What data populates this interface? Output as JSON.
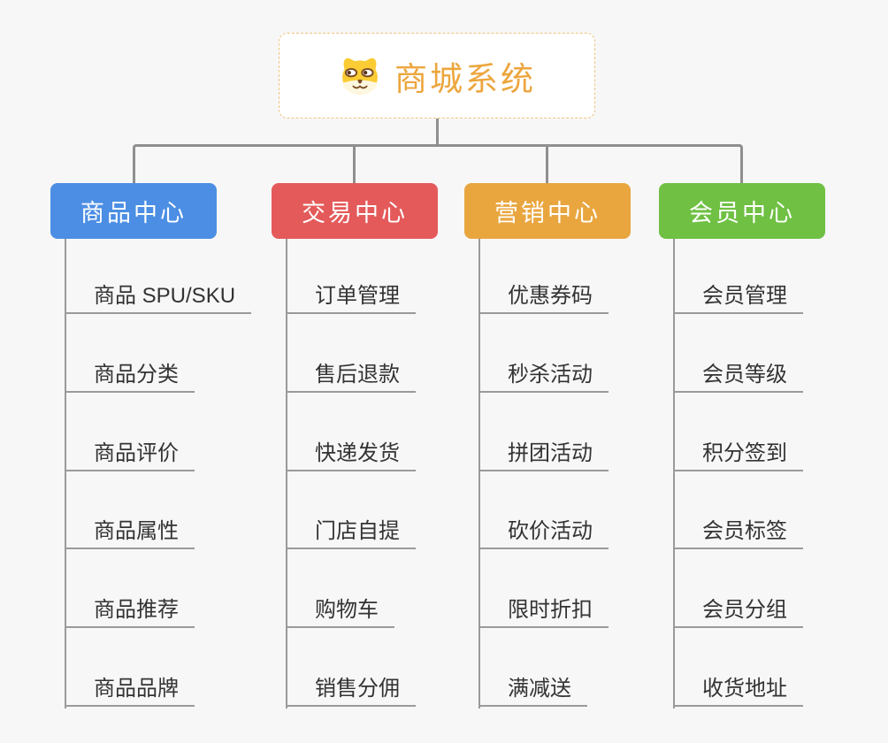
{
  "root": {
    "title": "商城系统",
    "icon": "dog-face-icon",
    "title_color": "#eca63e",
    "border_color": "#f0c27e"
  },
  "colors": {
    "background": "#f7f7f7",
    "connector_gray": "#8f8f8f",
    "underline_gray": "#9a9a9a",
    "item_text": "#333333"
  },
  "branches": [
    {
      "label": "商品中心",
      "color": "#4b8ee4",
      "items": [
        "商品 SPU/SKU",
        "商品分类",
        "商品评价",
        "商品属性",
        "商品推荐",
        "商品品牌"
      ]
    },
    {
      "label": "交易中心",
      "color": "#e45a5a",
      "items": [
        "订单管理",
        "售后退款",
        "快递发货",
        "门店自提",
        "购物车",
        "销售分佣"
      ]
    },
    {
      "label": "营销中心",
      "color": "#e9a63f",
      "items": [
        "优惠券码",
        "秒杀活动",
        "拼团活动",
        "砍价活动",
        "限时折扣",
        "满减送"
      ]
    },
    {
      "label": "会员中心",
      "color": "#6fc043",
      "items": [
        "会员管理",
        "会员等级",
        "积分签到",
        "会员标签",
        "会员分组",
        "收货地址"
      ]
    }
  ]
}
